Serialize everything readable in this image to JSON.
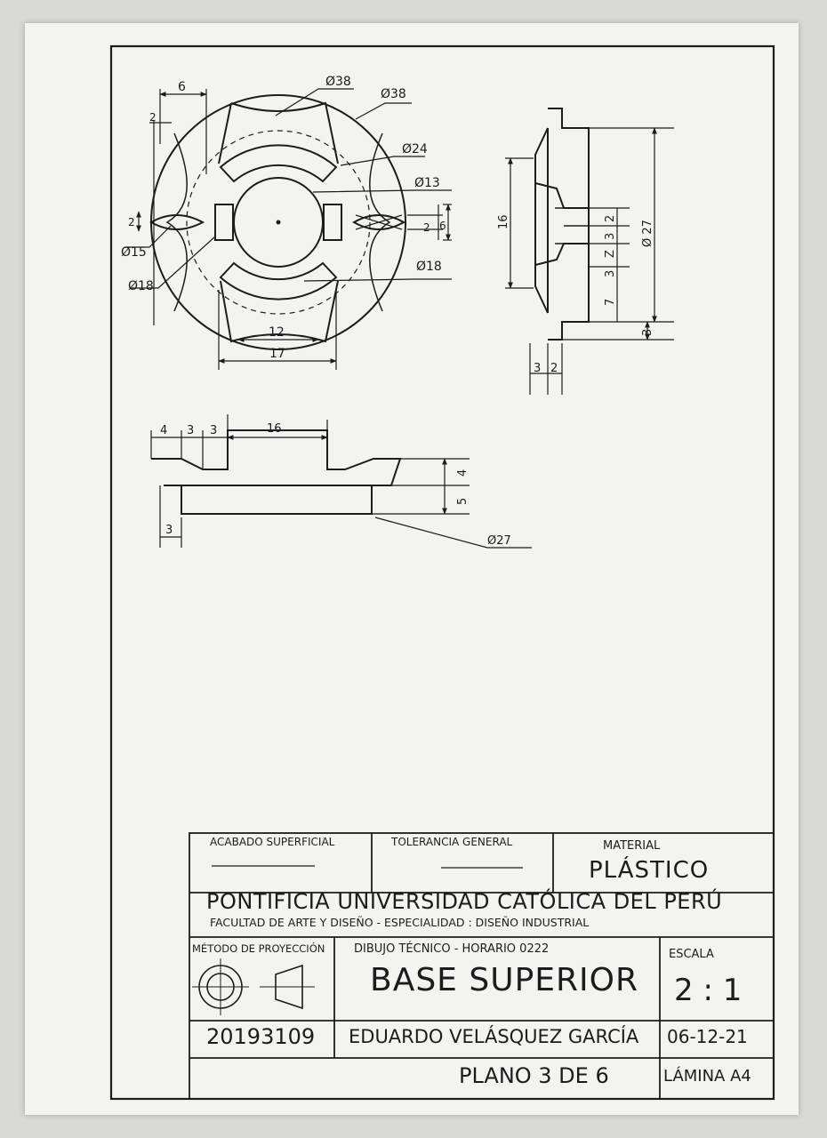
{
  "front_view": {
    "dim_top_width": "6",
    "dim_left_small": "2",
    "dim_side_slot": "2",
    "dia_38_a": "Ø38",
    "dia_38_b": "Ø38",
    "dia_24": "Ø24",
    "dia_13": "Ø13",
    "dia_18_right": "Ø18",
    "dia_15": "Ø15",
    "dia_18_left": "Ø18",
    "dim_slot_2": "2",
    "dim_slot_6": "6",
    "dim_12": "12",
    "dim_17": "17"
  },
  "side_view": {
    "dim_16": "16",
    "dim_2": "2",
    "dim_3a": "3",
    "dim_z": "Z",
    "dim_3b": "3",
    "dim_7": "7",
    "dim_27": "Ø 27",
    "dim_3c": "3",
    "dim_bottom_3": "3",
    "dim_bottom_2": "2"
  },
  "top_view": {
    "dim_4": "4",
    "dim_3a": "3",
    "dim_3b": "3",
    "dim_16": "16",
    "dim_h4": "4",
    "dim_h5": "5",
    "dim_base_3": "3",
    "dia_27": "Ø27"
  },
  "title_block": {
    "acabado_label": "ACABADO SUPERFICIAL",
    "tolerancia_label": "TOLERANCIA GENERAL",
    "material_label": "MATERIAL",
    "material_value": "PLÁSTICO",
    "university": "PONTIFICIA UNIVERSIDAD CATÓLICA DEL PERÚ",
    "faculty": "FACULTAD DE ARTE Y DISEÑO - ESPECIALIDAD : DISEÑO INDUSTRIAL",
    "metodo_label": "MÉTODO DE PROYECCIÓN",
    "course": "DIBUJO TÉCNICO - HORARIO 0222",
    "title": "BASE SUPERIOR",
    "escala_label": "ESCALA",
    "escala_value": "2 : 1",
    "code": "20193109",
    "author": "EDUARDO VELÁSQUEZ GARCÍA",
    "date": "06-12-21",
    "plano": "PLANO 3 DE 6",
    "lamina": "LÁMINA A4"
  }
}
